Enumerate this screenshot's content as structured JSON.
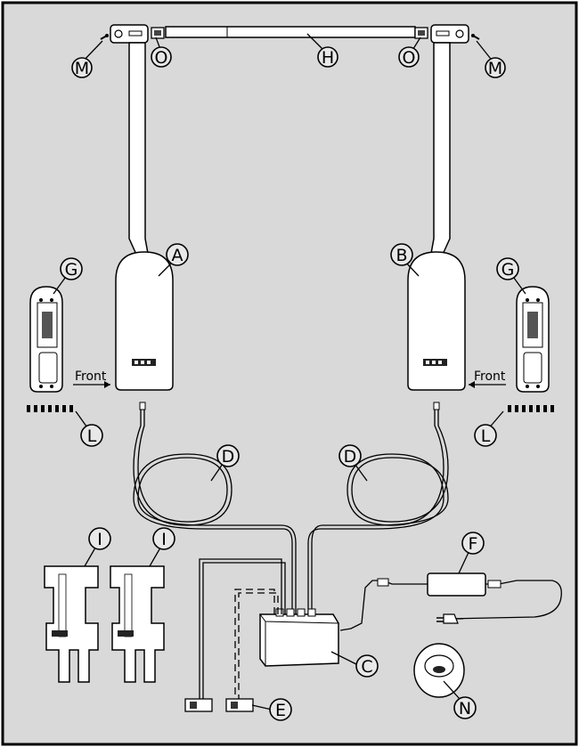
{
  "callouts": {
    "A": "A",
    "B": "B",
    "C": "C",
    "D": "D",
    "E": "E",
    "F": "F",
    "G": "G",
    "H": "H",
    "I": "I",
    "L": "L",
    "M": "M",
    "N": "N",
    "O": "O"
  },
  "labels": {
    "front": "Front"
  },
  "colors": {
    "background": "#d9d9d9",
    "part_fill": "#ffffff",
    "outline": "#000000",
    "callout_fill": "#e8e8e8"
  }
}
